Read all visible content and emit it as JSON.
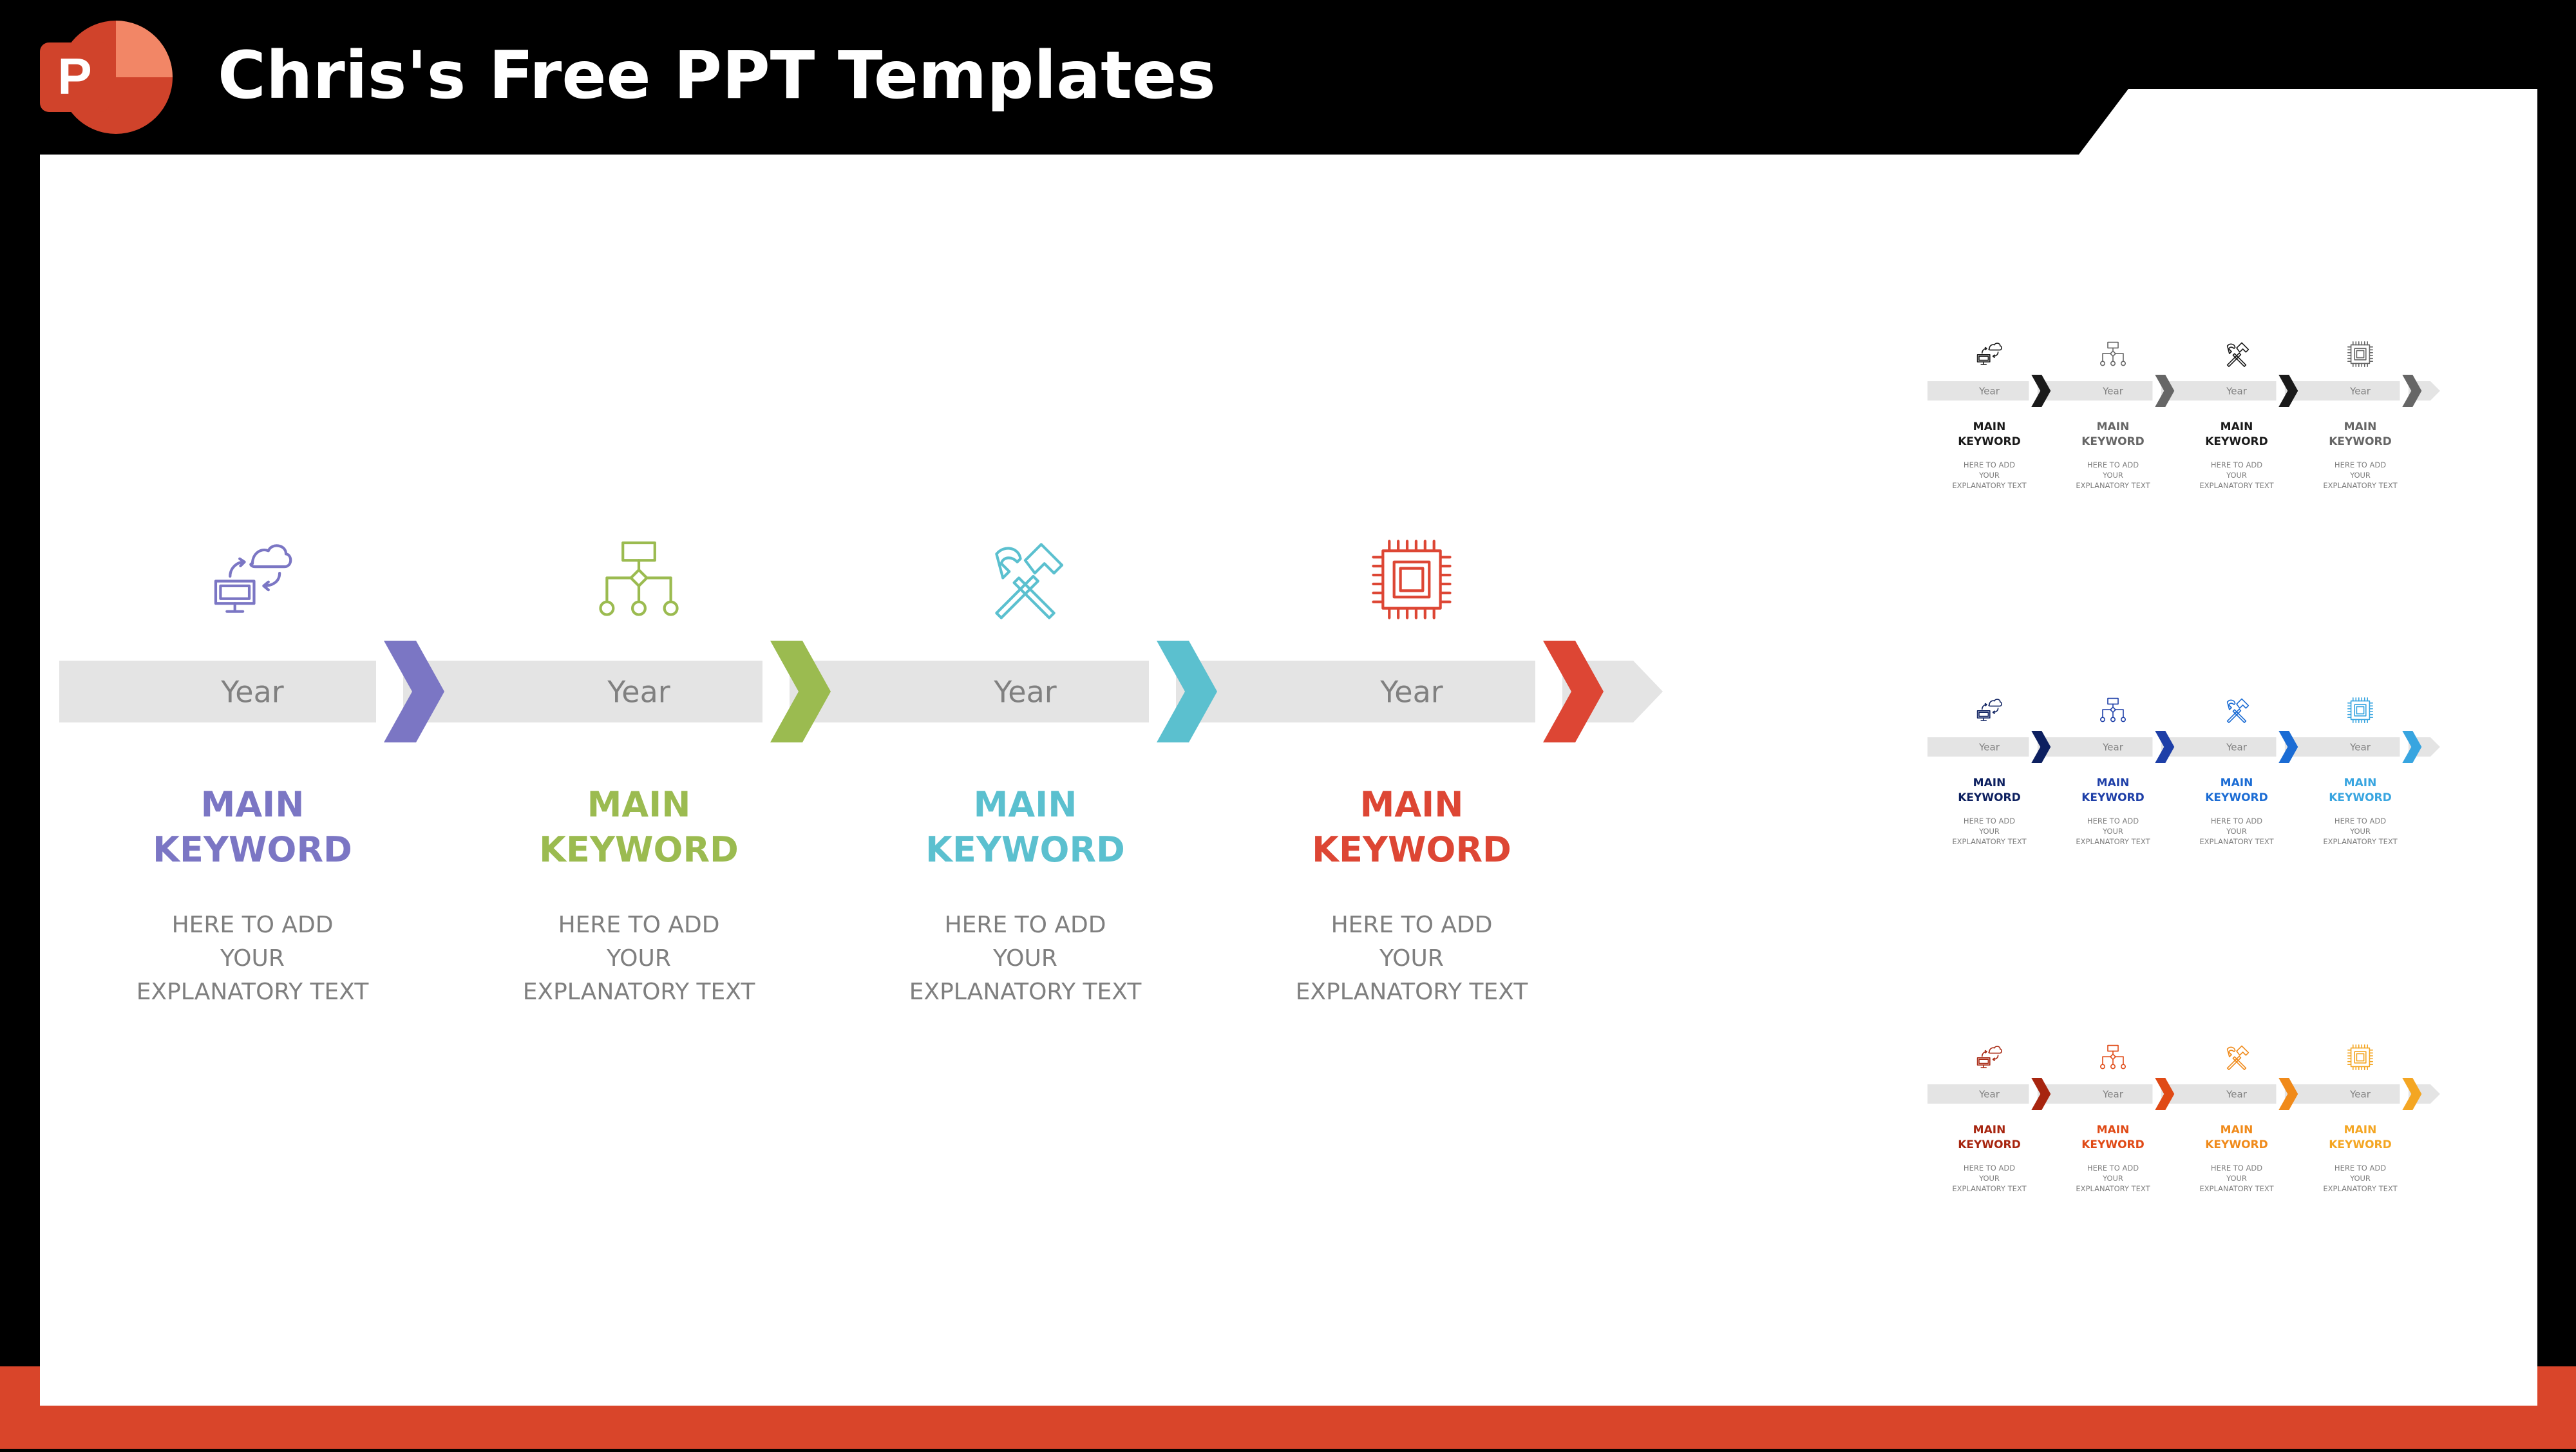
{
  "header": {
    "title": "Chris's Free PPT Templates",
    "logo_letter": "P"
  },
  "colors": {
    "frame": "#000000",
    "accent_bar": "#D9452A",
    "slide_bg": "#FFFFFF",
    "track": "#E4E4E4",
    "year_text": "#808080",
    "desc_text": "#7F7F7F",
    "logo_red": "#D0432B",
    "logo_light": "#F28666"
  },
  "main": {
    "steps": [
      {
        "year": "Year",
        "title_line1": "MAIN",
        "title_line2": "KEYWORD",
        "desc_line1": "HERE TO ADD",
        "desc_line2": "YOUR",
        "desc_line3": "EXPLANATORY TEXT",
        "color": "#7B76C4",
        "icon": "computer-cloud-icon"
      },
      {
        "year": "Year",
        "title_line1": "MAIN",
        "title_line2": "KEYWORD",
        "desc_line1": "HERE TO ADD",
        "desc_line2": "YOUR",
        "desc_line3": "EXPLANATORY TEXT",
        "color": "#9BBB50",
        "icon": "flowchart-icon"
      },
      {
        "year": "Year",
        "title_line1": "MAIN",
        "title_line2": "KEYWORD",
        "desc_line1": "HERE TO ADD",
        "desc_line2": "YOUR",
        "desc_line3": "EXPLANATORY TEXT",
        "color": "#5BC0CF",
        "icon": "hammer-wrench-icon"
      },
      {
        "year": "Year",
        "title_line1": "MAIN",
        "title_line2": "KEYWORD",
        "desc_line1": "HERE TO ADD",
        "desc_line2": "YOUR",
        "desc_line3": "EXPLANATORY TEXT",
        "color": "#DD4634",
        "icon": "cpu-chip-icon"
      }
    ]
  },
  "variants": [
    {
      "step_colors": [
        "#1A1A1A",
        "#666666",
        "#1A1A1A",
        "#666666"
      ],
      "text_colors": [
        "#1A1A1A",
        "#666666",
        "#1A1A1A",
        "#666666"
      ],
      "year": "Year",
      "title_line1": "MAIN",
      "title_line2": "KEYWORD",
      "desc_line1": "HERE TO ADD",
      "desc_line2": "YOUR",
      "desc_line3": "EXPLANATORY TEXT"
    },
    {
      "step_colors": [
        "#0D2060",
        "#1E3FA8",
        "#1B6CD4",
        "#38A5E0"
      ],
      "text_colors": [
        "#0D2060",
        "#1E3FA8",
        "#1B6CD4",
        "#38A5E0"
      ],
      "year": "Year",
      "title_line1": "MAIN",
      "title_line2": "KEYWORD",
      "desc_line1": "HERE TO ADD",
      "desc_line2": "YOUR",
      "desc_line3": "EXPLANATORY TEXT"
    },
    {
      "step_colors": [
        "#A7250F",
        "#E04A16",
        "#F08A1A",
        "#F4A623"
      ],
      "text_colors": [
        "#A7250F",
        "#E04A16",
        "#F08A1A",
        "#F4A623"
      ],
      "year": "Year",
      "title_line1": "MAIN",
      "title_line2": "KEYWORD",
      "desc_line1": "HERE TO ADD",
      "desc_line2": "YOUR",
      "desc_line3": "EXPLANATORY TEXT"
    }
  ]
}
